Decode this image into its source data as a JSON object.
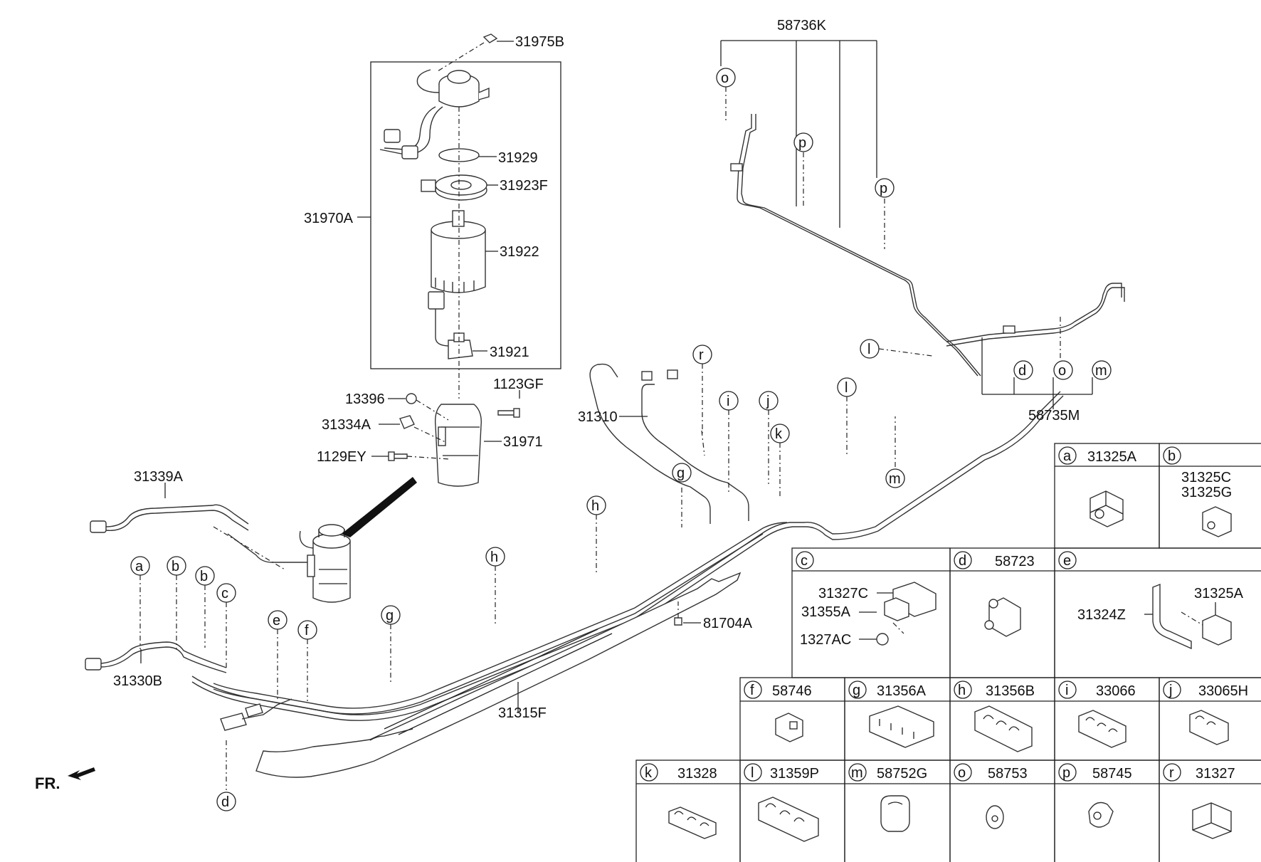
{
  "parts": {
    "p31975B": "31975B",
    "p31929": "31929",
    "p31923F": "31923F",
    "p31970A": "31970A",
    "p31922": "31922",
    "p31921": "31921",
    "p1123GF": "1123GF",
    "p13396": "13396",
    "p31334A": "31334A",
    "p31971": "31971",
    "p1129EY": "1129EY",
    "p31339A": "31339A",
    "p31330B": "31330B",
    "p31310": "31310",
    "p31315F": "31315F",
    "p81704A": "81704A",
    "p58736K": "58736K",
    "p58735M": "58735M",
    "front": "FR."
  },
  "callouts": {
    "a": "a",
    "b": "b",
    "c": "c",
    "d": "d",
    "e": "e",
    "f": "f",
    "g": "g",
    "h": "h",
    "i": "i",
    "j": "j",
    "k": "k",
    "l": "l",
    "m": "m",
    "o": "o",
    "p": "p",
    "r": "r"
  },
  "legend": {
    "a": {
      "letter": "a",
      "part": "31325A"
    },
    "b": {
      "letter": "b",
      "parts": [
        "31325C",
        "31325G"
      ]
    },
    "c": {
      "letter": "c",
      "parts": [
        "31327C",
        "31355A",
        "1327AC"
      ]
    },
    "d": {
      "letter": "d",
      "part": "58723"
    },
    "e": {
      "letter": "e",
      "parts": [
        "31325A",
        "31324Z"
      ]
    },
    "f": {
      "letter": "f",
      "part": "58746"
    },
    "g": {
      "letter": "g",
      "part": "31356A"
    },
    "h": {
      "letter": "h",
      "part": "31356B"
    },
    "i": {
      "letter": "i",
      "part": "33066"
    },
    "j": {
      "letter": "j",
      "part": "33065H"
    },
    "k": {
      "letter": "k",
      "part": "31328"
    },
    "l": {
      "letter": "l",
      "part": "31359P"
    },
    "m": {
      "letter": "m",
      "part": "58752G"
    },
    "o": {
      "letter": "o",
      "part": "58753"
    },
    "p": {
      "letter": "p",
      "part": "58745"
    },
    "r": {
      "letter": "r",
      "part": "31327"
    }
  }
}
